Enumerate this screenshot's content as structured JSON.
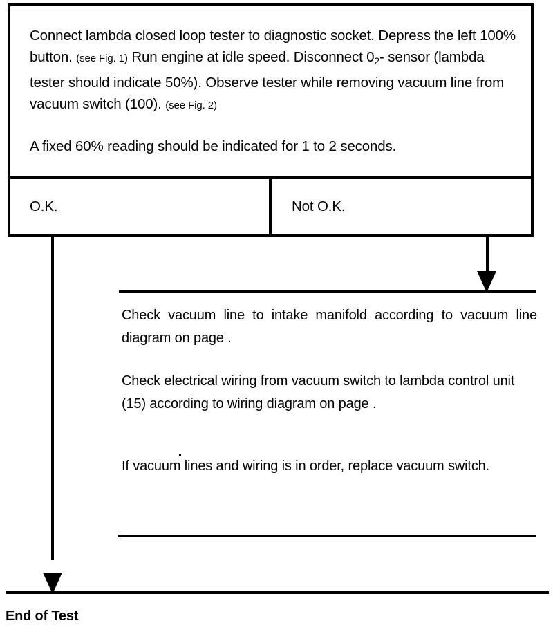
{
  "document": {
    "type": "diagnostic-flowchart",
    "colors": {
      "ink": "#000000",
      "paper": "#ffffff"
    }
  },
  "test_box": {
    "instruction": {
      "paragraph_1_part_1": "Connect lambda closed loop tester to diagnostic socket. Depress the left 100% button. ",
      "fig_note_1": "(see Fig. 1)",
      "paragraph_1_part_2": " Run engine at idle speed. Disconnect 0",
      "subscript_1": "2",
      "paragraph_1_part_3": "- sensor (lambda tester should indicate 50%). Observe tester while removing vacuum line from vacuum switch (100). ",
      "fig_note_2": "(see Fig. 2)",
      "paragraph_2": "A fixed 60% reading should be indicated for 1 to 2 seconds."
    },
    "results": {
      "ok_label": "O.K.",
      "not_ok_label": "Not O.K."
    }
  },
  "fault_panel": {
    "paragraphs": [
      "Check vacuum line to intake manifold according to vacuum line diagram on page .",
      "Check electrical wiring from vacuum switch to lambda control unit (15) according to wiring diagram on page .",
      "If vacuum lines and wiring is in order, replace vacuum switch."
    ]
  },
  "footer": {
    "end_label": "End of Test"
  }
}
